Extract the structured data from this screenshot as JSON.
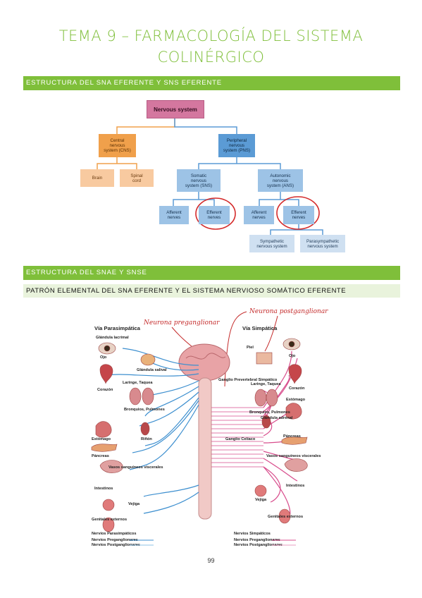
{
  "page_title": "TEMA 9 – FARMACOLOGÍA DEL SISTEMA COLINÉRGICO",
  "section1": "ESTRUCTURA DEL SNA EFERENTE Y SNS EFERENTE",
  "diagram": {
    "root": "Nervous system",
    "cns": "Central\nnervous\nsystem (CNS)",
    "pns": "Peripheral\nnervous\nsystem (PNS)",
    "brain": "Brain",
    "spinal_cord": "Spinal\ncord",
    "sns": "Somatic\nnervous\nsystem (SNS)",
    "ans": "Autonomic\nnervous\nsystem (ANS)",
    "afferent1": "Afferent\nnerves",
    "efferent1": "Efferent\nnerves",
    "afferent2": "Afferent\nnerves",
    "efferent2": "Efferent\nnerves",
    "sympathetic": "Sympathetic\nnervous system",
    "parasympathetic": "Parasympathetic\nnervous system",
    "colors": {
      "circle": "#d42a2a",
      "line": "#5b9bd5"
    }
  },
  "section2": "ESTRUCTURA DEL SNAE Y SNSE",
  "subsection": "PATRÓN ELEMENTAL DEL SNA EFERENTE Y EL SISTEMA NERVIOSO SOMÁTICO EFERENTE",
  "figure": {
    "left_title": "Vía Parasimpática",
    "right_title": "Vía Simpática",
    "handwritten_left": "Neurona preganglionar",
    "handwritten_right": "Neurona postganglionar",
    "left_labels": [
      "Glándula lacrimal",
      "Ojo",
      "Glándula salival",
      "Corazón",
      "Laringe, Taquea",
      "Bronquios, Pulmones",
      "Estómago",
      "Riñón",
      "Páncreas",
      "Vasos sanguíneos viscerales",
      "Intestinos",
      "Vejiga",
      "Genitales externos"
    ],
    "right_labels": [
      "Piel",
      "Ojo",
      "Corazón",
      "Laringe, Taquea",
      "Estómago",
      "Bronquios, Pulmones",
      "Glándula adrenal",
      "Ganglio Celíaco",
      "Páncreas",
      "Vasos sanguíneos viscerales",
      "Intestinos",
      "Vejiga",
      "Genitales externos"
    ],
    "center_label": "Ganglio Prevertebral Simpático",
    "left_legend_title": "Nervios Parasimpáticos",
    "right_legend_title": "Nervios Simpáticos",
    "legend_pre": "Nervios Preganglionares",
    "legend_post": "Nervios Postganglionares",
    "colors": {
      "parasympathetic": "#3d8fcf",
      "sympathetic": "#d84c8c",
      "annotation": "#c42a2a"
    }
  },
  "page_number": "99"
}
